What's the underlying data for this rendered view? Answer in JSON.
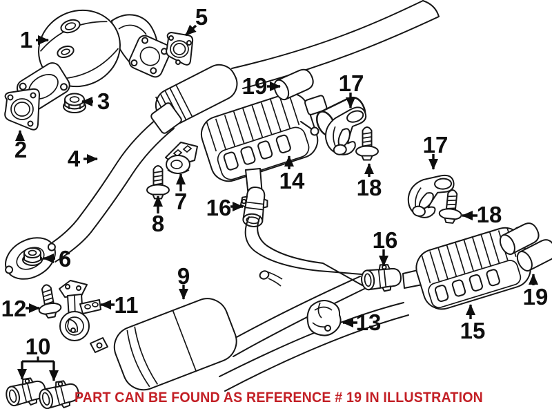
{
  "diagram": {
    "background_color": "#ffffff",
    "line_color": "#161616",
    "caption": {
      "text": "PART CAN BE FOUND AS REFERENCE # 19 IN ILLUSTRATION",
      "color": "#C32026"
    },
    "callouts": [
      {
        "id": "1",
        "text": "1"
      },
      {
        "id": "2",
        "text": "2"
      },
      {
        "id": "3",
        "text": "3"
      },
      {
        "id": "4",
        "text": "4"
      },
      {
        "id": "5",
        "text": "5"
      },
      {
        "id": "6",
        "text": "6"
      },
      {
        "id": "7",
        "text": "7"
      },
      {
        "id": "8",
        "text": "8"
      },
      {
        "id": "9",
        "text": "9"
      },
      {
        "id": "10",
        "text": "10"
      },
      {
        "id": "11",
        "text": "11"
      },
      {
        "id": "12",
        "text": "12"
      },
      {
        "id": "13",
        "text": "13"
      },
      {
        "id": "14",
        "text": "14"
      },
      {
        "id": "15",
        "text": "15"
      },
      {
        "id": "16-left",
        "text": "16"
      },
      {
        "id": "16-right",
        "text": "16"
      },
      {
        "id": "17-left",
        "text": "17"
      },
      {
        "id": "17-right",
        "text": "17"
      },
      {
        "id": "18-left",
        "text": "18"
      },
      {
        "id": "18-right",
        "text": "18"
      },
      {
        "id": "19-left",
        "text": "19"
      },
      {
        "id": "19-right",
        "text": "19"
      }
    ]
  }
}
